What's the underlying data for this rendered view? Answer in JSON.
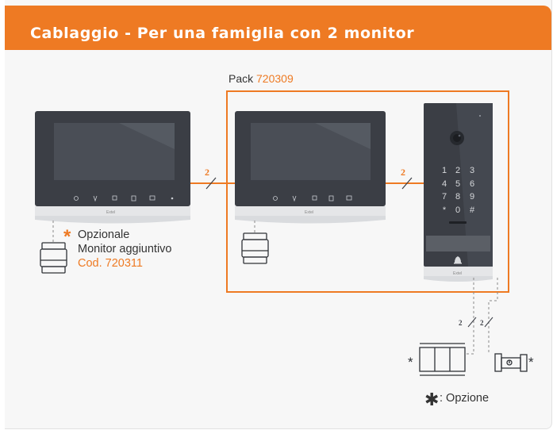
{
  "header": {
    "title": "Cablaggio - Per una famiglia con 2 monitor"
  },
  "pack": {
    "prefix": "Pack",
    "code": "720309"
  },
  "wire_labels": [
    "2",
    "2",
    "2",
    "2"
  ],
  "monitor_brand": "Extel",
  "keypad_keys": [
    "1",
    "2",
    "3",
    "4",
    "5",
    "6",
    "7",
    "8",
    "9",
    "*",
    "0",
    "#"
  ],
  "optional": {
    "star": "*",
    "line1": "Opzionale",
    "line2": "Monitor aggiuntivo",
    "code": "Cod. 720311"
  },
  "legend": {
    "star": "✱",
    "text": ": Opzione"
  },
  "accessory_stars": [
    "*",
    "*"
  ],
  "colors": {
    "accent": "#ee7a23",
    "device_dark": "#3b3e45",
    "screen": "#4a4e56"
  }
}
